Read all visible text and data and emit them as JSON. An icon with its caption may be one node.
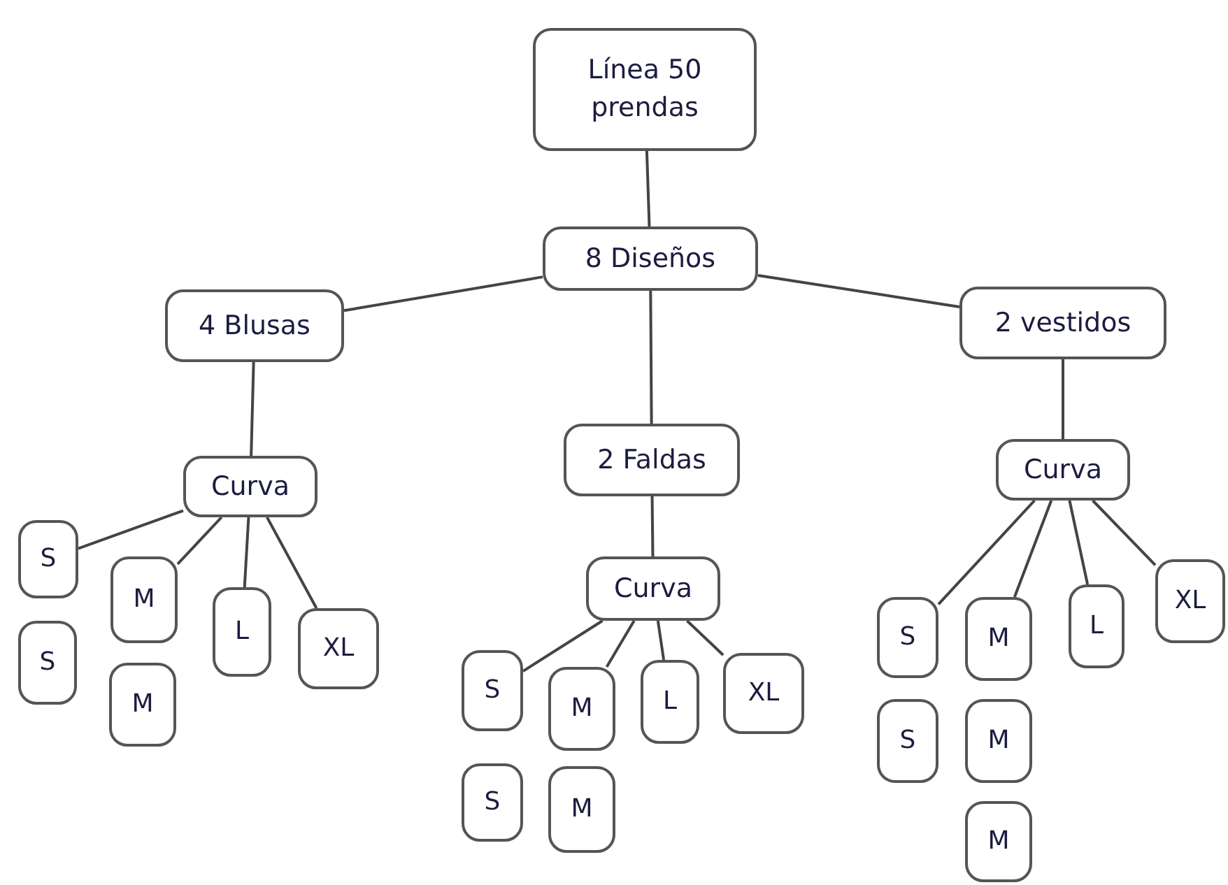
{
  "diagram": {
    "nodes": [
      {
        "text": [
          "Línea 50 prendas"
        ]
      },
      {
        "text": [
          "8 Diseños"
        ]
      },
      {
        "text": [
          "4 Blusas"
        ]
      },
      {
        "text": [
          "2 vestidos"
        ]
      },
      {
        "text": [
          "Curva"
        ]
      },
      {
        "text": [
          "2 Faldas"
        ]
      },
      {
        "text": [
          "Curva"
        ]
      },
      {
        "text": [
          "Curva"
        ]
      },
      {
        "text": [
          "S"
        ]
      },
      {
        "text": [
          "M"
        ]
      },
      {
        "text": [
          "L"
        ]
      },
      {
        "text": [
          "XL"
        ]
      },
      {
        "text": [
          "S"
        ]
      },
      {
        "text": [
          "M"
        ]
      },
      {
        "text": [
          "S"
        ]
      },
      {
        "text": [
          "M"
        ]
      },
      {
        "text": [
          "L"
        ]
      },
      {
        "text": [
          "XL"
        ]
      },
      {
        "text": [
          "S"
        ]
      },
      {
        "text": [
          "M"
        ]
      },
      {
        "text": [
          "S"
        ]
      },
      {
        "text": [
          "M"
        ]
      },
      {
        "text": [
          "L"
        ]
      },
      {
        "text": [
          "XL"
        ]
      },
      {
        "text": [
          "S"
        ]
      },
      {
        "text": [
          "M"
        ]
      },
      {
        "text": [
          "M"
        ]
      }
    ],
    "edges": [
      {
        "from": 0,
        "to": 1,
        "arrow": "none"
      },
      {
        "from": 1,
        "to": 2,
        "arrow": "none"
      },
      {
        "from": 1,
        "to": 3,
        "arrow": "none"
      },
      {
        "from": 1,
        "to": 5,
        "arrow": "none"
      },
      {
        "from": 2,
        "to": 4,
        "arrow": "none"
      },
      {
        "from": 5,
        "to": 6,
        "arrow": "none"
      },
      {
        "from": 3,
        "to": 7,
        "arrow": "none"
      },
      {
        "from": 4,
        "to": 8,
        "arrow": "none"
      },
      {
        "from": 4,
        "to": 9,
        "arrow": "none"
      },
      {
        "from": 4,
        "to": 10,
        "arrow": "none"
      },
      {
        "from": 4,
        "to": 11,
        "arrow": "none"
      },
      {
        "from": 6,
        "to": 14,
        "arrow": "none"
      },
      {
        "from": 6,
        "to": 15,
        "arrow": "none"
      },
      {
        "from": 6,
        "to": 16,
        "arrow": "none"
      },
      {
        "from": 6,
        "to": 17,
        "arrow": "none"
      },
      {
        "from": 7,
        "to": 20,
        "arrow": "none"
      },
      {
        "from": 7,
        "to": 21,
        "arrow": "none"
      },
      {
        "from": 7,
        "to": 22,
        "arrow": "none"
      },
      {
        "from": 7,
        "to": 23,
        "arrow": "none"
      }
    ]
  }
}
